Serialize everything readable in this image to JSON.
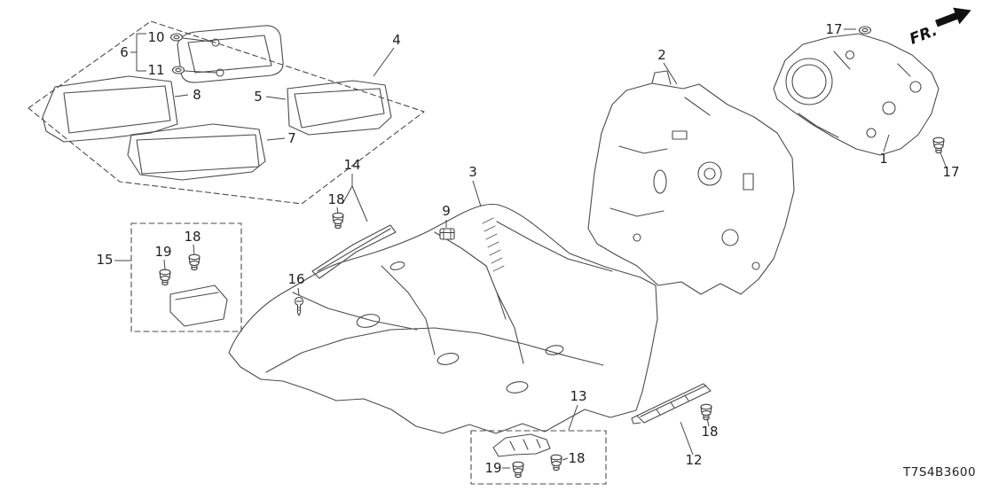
{
  "figure": {
    "code": "T7S4B3600",
    "direction_label": "FR."
  },
  "callouts": {
    "n1": "1",
    "n2": "2",
    "n3": "3",
    "n4": "4",
    "n5": "5",
    "n6": "6",
    "n7": "7",
    "n8": "8",
    "n9": "9",
    "n10": "10",
    "n11": "11",
    "n12": "12",
    "n13": "13",
    "n14": "14",
    "n15": "15",
    "n16": "16",
    "n17_top": "17",
    "n17_right": "17",
    "n18_near14": "18",
    "n18_box15": "18",
    "n18_box13": "18",
    "n18_near12": "18",
    "n19_box15": "19",
    "n19_box13": "19"
  }
}
